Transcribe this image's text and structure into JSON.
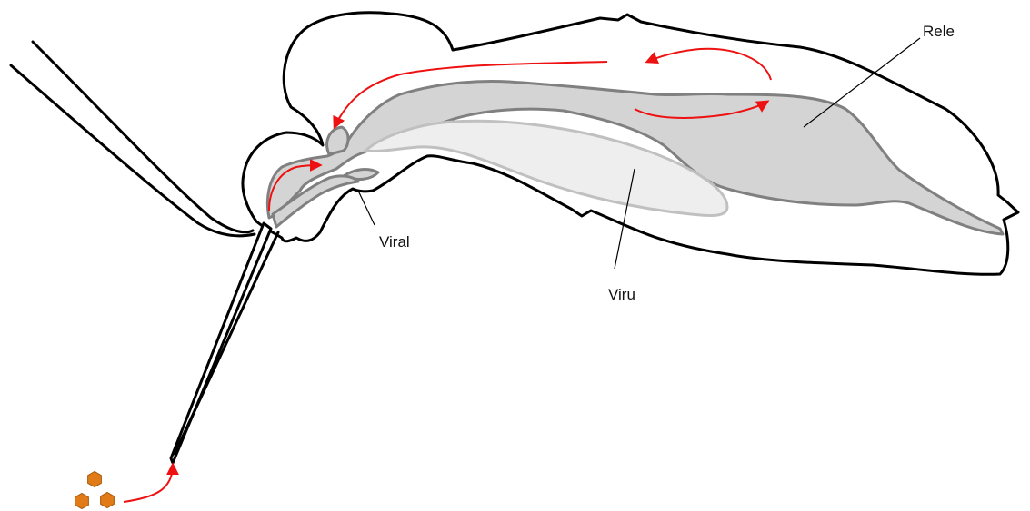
{
  "labels": {
    "rele": "Rele",
    "viru": "Viru",
    "viral": "Viral"
  },
  "colors": {
    "outline": "#000000",
    "tube_fill": "#d4d4d4",
    "tube_stroke": "#808080",
    "pale_organ_fill": "#eeeeee",
    "pale_organ_stroke": "#c0c0c0",
    "arrow": "#ee1111",
    "particle_fill": "#e07b18",
    "particle_stroke": "#a85a0c"
  },
  "icons": {
    "particles": "orange-hexagon-particles",
    "flow_arrows": "red-curved-arrows"
  }
}
